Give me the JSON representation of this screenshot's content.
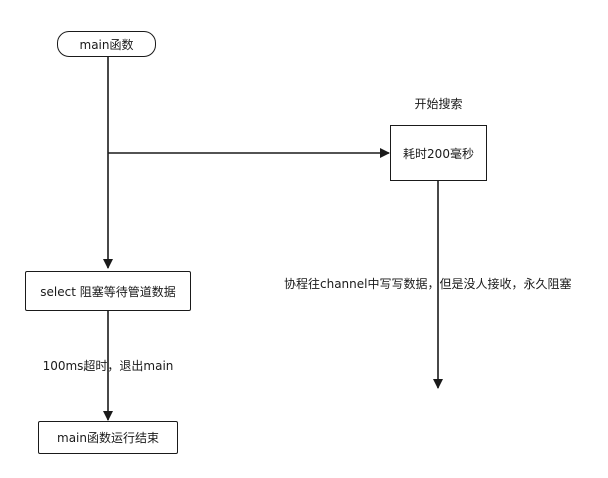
{
  "diagram": {
    "nodes": {
      "start": "main函数",
      "search": "耗时200毫秒",
      "select": "select 阻塞等待管道数据",
      "end": "main函数运行结束"
    },
    "labels": {
      "search_header": "开始搜索",
      "goroutine_note": "协程往channel中写写数据，但是没人接收，永久阻塞",
      "timeout_note": "100ms超时，退出main"
    },
    "stroke_color": "#1a1a1a"
  }
}
